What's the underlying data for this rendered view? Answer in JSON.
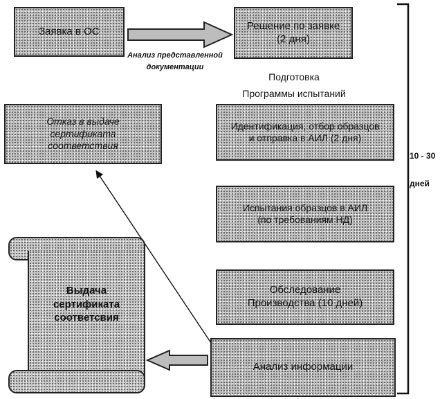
{
  "nodes": {
    "application": "Заявка в ОС",
    "decision_line1": "Решение по заявке",
    "decision_line2": "(2 дня)",
    "refusal_line1": "Отказ в выдаче",
    "refusal_line2": "сертификата",
    "refusal_line3": "соответствия",
    "identification_line1": "Идентификация, отбор образцов",
    "identification_line2": "и отправка в АИЛ (2 дня)",
    "testing_line1": "Испытания образцов в АИЛ",
    "testing_line2": "(по требованиям НД)",
    "inspection_line1": "Обследование",
    "inspection_line2": "Производства (10 дней)",
    "analysis": "Анализ информации",
    "certificate_line1": "Выдача",
    "certificate_line2": "сертификата",
    "certificate_line3": "соответсвия"
  },
  "labels": {
    "review_line1": "Анализ представленной",
    "review_line2": "документации",
    "program_line1": "Подготовка",
    "program_line2": "Программы испытаний",
    "duration_value": "10 - 30",
    "duration_unit": "дней"
  }
}
